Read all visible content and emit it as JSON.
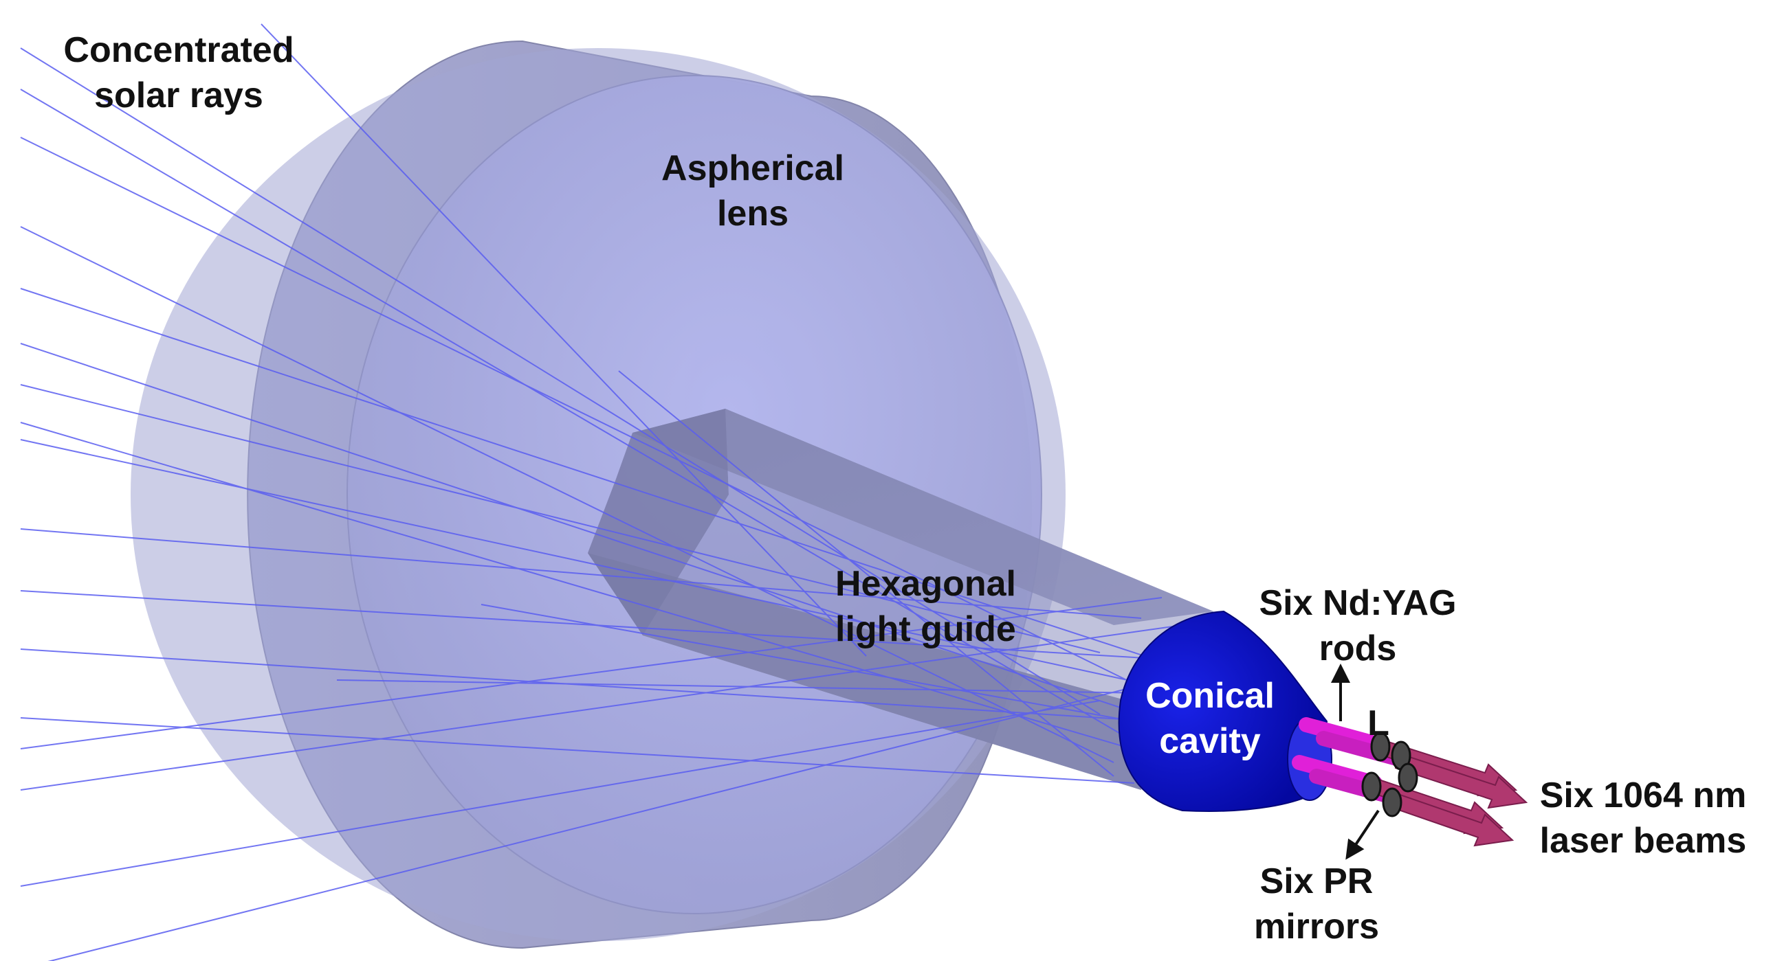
{
  "labels": {
    "solar_rays": [
      "Concentrated",
      "solar rays"
    ],
    "aspherical_lens": [
      "Aspherical",
      "lens"
    ],
    "light_guide": [
      "Hexagonal",
      "light guide"
    ],
    "conical_cavity": [
      "Conical",
      "cavity"
    ],
    "rods": [
      "Six Nd:YAG",
      "rods"
    ],
    "rod_length": "L",
    "laser_beams": [
      "Six 1064 nm",
      "laser beams"
    ],
    "pr_mirrors": [
      "Six PR",
      "mirrors"
    ]
  },
  "colors": {
    "lens_body": "#9b9dc6",
    "lens_face": "#a9acdd",
    "ray": "#5a5ef0",
    "light_guide": "#6d6f9e",
    "cavity": "#0a10c8",
    "rod": "#e020d8",
    "beam": "#b0386f",
    "mirror": "#444444"
  }
}
